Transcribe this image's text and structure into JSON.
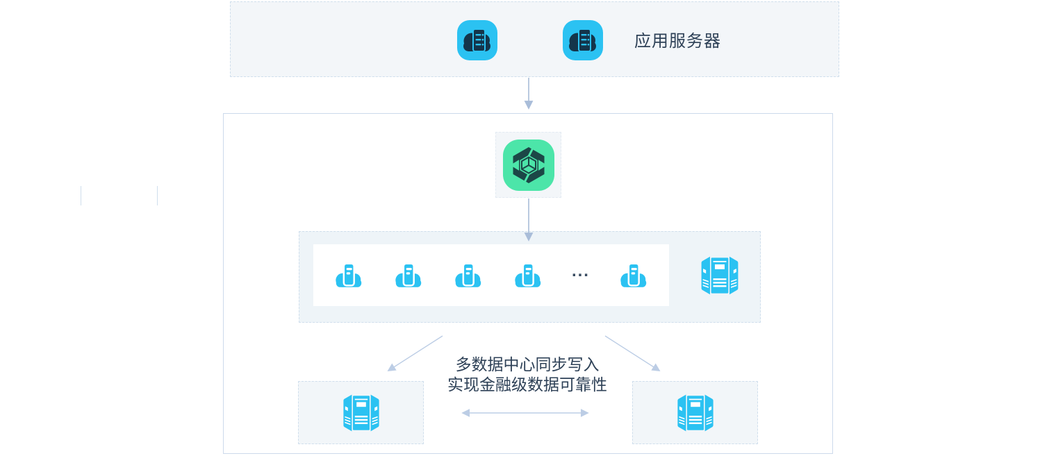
{
  "app_server": {
    "label": "应用服务器"
  },
  "cluster": {
    "ellipsis": "...",
    "annotation": {
      "line1": "多数据中心同步写入",
      "line2": "实现金融级数据可靠性"
    }
  },
  "icons": {
    "app_server_icon": "cloud-server-on-cyan-tile",
    "proxy_icon": "hexagon-cube-on-green-tile",
    "partition_server_icon": "cloud-server-cyan",
    "datacenter_rack_icon": "server-rack-cyan"
  },
  "colors": {
    "cyan": "#2bc2f2",
    "dark_navy": "#14354b",
    "green": "#4ce5a9",
    "dark_teal": "#1c4747",
    "zone_bg": "#f3f6f9",
    "dashed_border": "#cfdeec",
    "solid_border": "#ccdaeb",
    "arrow": "#a9bdd9",
    "arrow_light": "#bccde5",
    "text": "#2e4157"
  }
}
